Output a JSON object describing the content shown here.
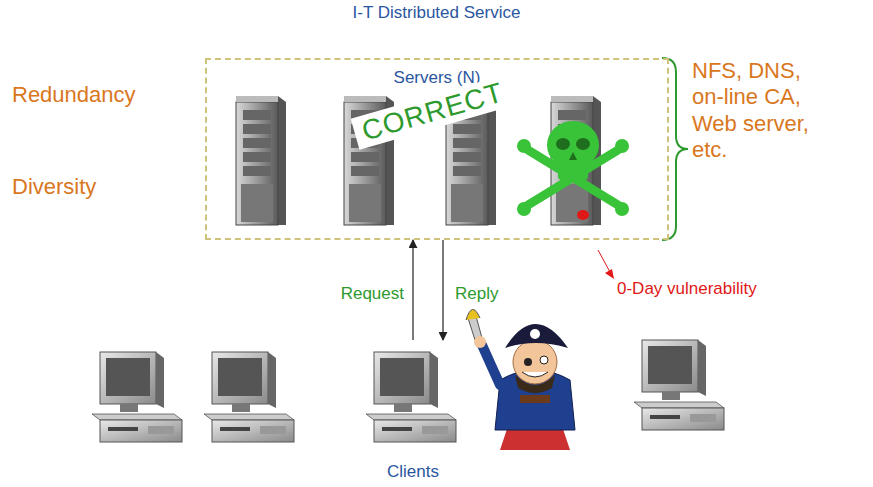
{
  "diagram": {
    "title": "I-T Distributed Service",
    "nodes": [
      {
        "text": [
          "Servers (N)"
        ]
      },
      {
        "text": [
          "Clients"
        ]
      }
    ],
    "edges": [
      {
        "from": 1,
        "to": 0,
        "arrow": "to",
        "label": "Request"
      },
      {
        "from": 0,
        "to": 1,
        "arrow": "to",
        "label": "Reply"
      }
    ],
    "labels": [
      "Redundancy",
      "Diversity",
      "NFS, DNS, on-line CA, Web server, etc.",
      "CORRECT",
      "0-Day vulnerability"
    ]
  }
}
